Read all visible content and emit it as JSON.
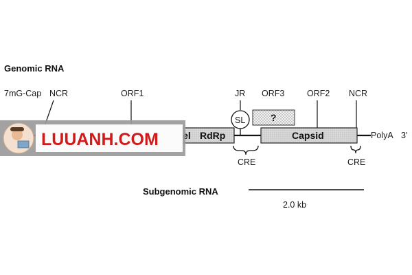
{
  "diagram": {
    "genomic_title": "Genomic RNA",
    "subgenomic_title": "Subgenomic RNA",
    "labels": {
      "cap": "7mG-Cap",
      "ncr5": "NCR",
      "orf1": "ORF1",
      "jr": "JR",
      "orf3": "ORF3",
      "orf2": "ORF2",
      "ncr3": "NCR",
      "polya": "PolyA",
      "three_prime": "3'",
      "sl": "SL",
      "cre1": "CRE",
      "cre2": "CRE",
      "orf3_box": "?",
      "capsid": "Capsid",
      "rdrp": "RdRp",
      "hel": "Hel",
      "scale": "2.0 kb"
    }
  },
  "watermark": {
    "text": "LUUANH.COM"
  },
  "colors": {
    "box_fill": "#d6d6d6",
    "watermark_red": "#d11a1a",
    "banner": "#9a9a9a"
  }
}
